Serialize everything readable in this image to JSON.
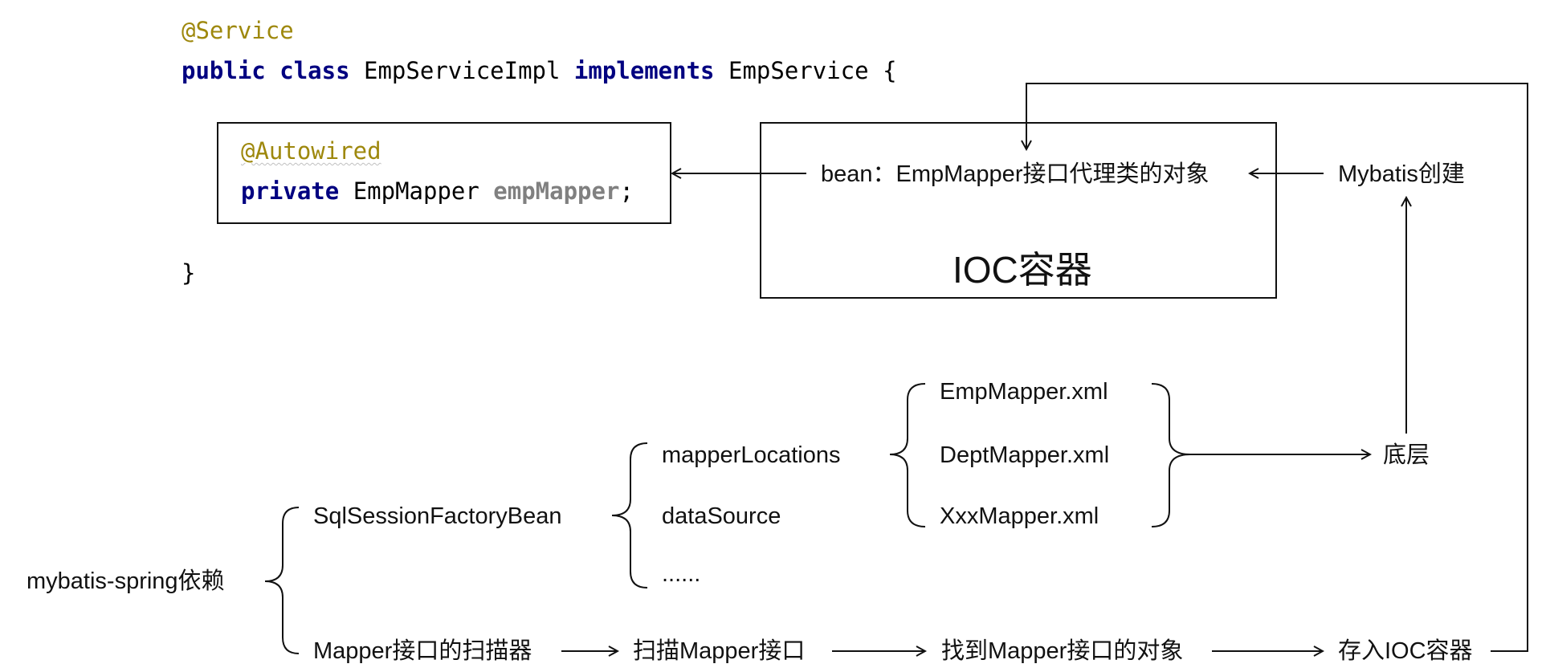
{
  "code": {
    "line1_annotation": "@Service",
    "line2": {
      "kw_public": "public",
      "kw_class": "class",
      "class_name": "EmpServiceImpl",
      "kw_implements": "implements",
      "interface_name": "EmpService",
      "brace_open": "{"
    },
    "field_block": {
      "annotation": "@Autowired",
      "kw_private": "private",
      "type_name": "EmpMapper",
      "field_name": "empMapper",
      "semicolon": ";"
    },
    "brace_close": "}"
  },
  "ioc_box": {
    "bean_label": "bean：EmpMapper接口代理类的对象",
    "container_label": "IOC容器"
  },
  "mybatis_create": "Mybatis创建",
  "root": "mybatis-spring依赖",
  "sqlsession": {
    "label": "SqlSessionFactoryBean",
    "props": [
      "mapperLocations",
      "dataSource",
      "......"
    ]
  },
  "mapper_files": [
    "EmpMapper.xml",
    "DeptMapper.xml",
    "XxxMapper.xml"
  ],
  "underlying": "底层",
  "scanner_flow": [
    "Mapper接口的扫描器",
    "扫描Mapper接口",
    "找到Mapper接口的对象",
    "存入IOC容器"
  ]
}
